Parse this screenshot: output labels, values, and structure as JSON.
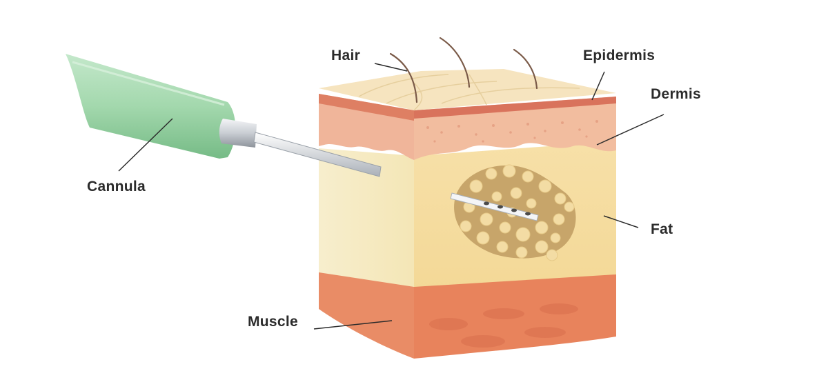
{
  "labels": {
    "hair": "Hair",
    "epidermis": "Epidermis",
    "dermis": "Dermis",
    "cannula": "Cannula",
    "fat": "Fat",
    "muscle": "Muscle"
  },
  "colors": {
    "cannula_body": "#a9dcb4",
    "cannula_shadow": "#7cc08e",
    "needle": "#d9dde2",
    "epidermis": "#d9735c",
    "skin_top": "#f6e4bf",
    "dermis": "#f0b79a",
    "fat": "#f6e3a6",
    "fat_side": "#f5ecc5",
    "fat_cluster": "#c9a86a",
    "fat_cells": "#f3dca4",
    "muscle": "#e98a64",
    "hair": "#7a5a48",
    "leader_line": "#2b2b2b"
  }
}
